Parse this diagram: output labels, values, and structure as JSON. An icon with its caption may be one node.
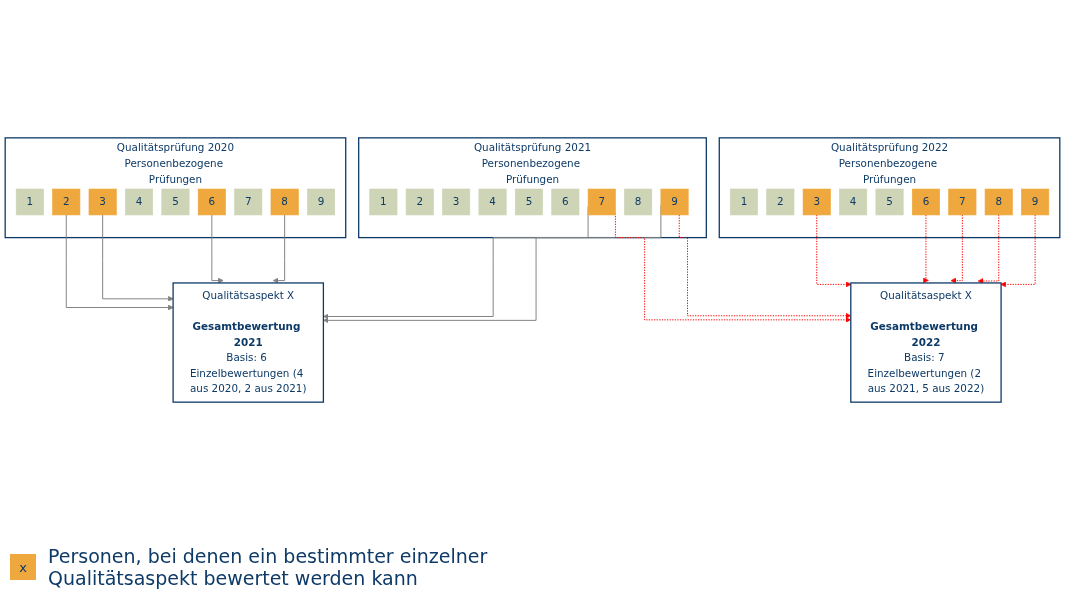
{
  "diagram": {
    "nodes": [
      {
        "text": [
          "Qualitätsprüfung 2020",
          "Personenbezogene Prüfungen"
        ]
      },
      {
        "text": [
          "1"
        ],
        "in": 0
      },
      {
        "text": [
          "2"
        ],
        "in": 0
      },
      {
        "text": [
          "3"
        ],
        "in": 0
      },
      {
        "text": [
          "4"
        ],
        "in": 0
      },
      {
        "text": [
          "5"
        ],
        "in": 0
      },
      {
        "text": [
          "6"
        ],
        "in": 0
      },
      {
        "text": [
          "7"
        ],
        "in": 0
      },
      {
        "text": [
          "8"
        ],
        "in": 0
      },
      {
        "text": [
          "9"
        ],
        "in": 0
      },
      {
        "text": [
          "Qualitätsprüfung 2021",
          "Personenbezogene Prüfungen"
        ]
      },
      {
        "text": [
          "1"
        ],
        "in": 10
      },
      {
        "text": [
          "2"
        ],
        "in": 10
      },
      {
        "text": [
          "3"
        ],
        "in": 10
      },
      {
        "text": [
          "4"
        ],
        "in": 10
      },
      {
        "text": [
          "5"
        ],
        "in": 10
      },
      {
        "text": [
          "6"
        ],
        "in": 10
      },
      {
        "text": [
          "7"
        ],
        "in": 10
      },
      {
        "text": [
          "8"
        ],
        "in": 10
      },
      {
        "text": [
          "9"
        ],
        "in": 10
      },
      {
        "text": [
          "Qualitätsprüfung 2022",
          "Personenbezogene Prüfungen"
        ]
      },
      {
        "text": [
          "1"
        ],
        "in": 20
      },
      {
        "text": [
          "2"
        ],
        "in": 20
      },
      {
        "text": [
          "3"
        ],
        "in": 20
      },
      {
        "text": [
          "4"
        ],
        "in": 20
      },
      {
        "text": [
          "5"
        ],
        "in": 20
      },
      {
        "text": [
          "6"
        ],
        "in": 20
      },
      {
        "text": [
          "7"
        ],
        "in": 20
      },
      {
        "text": [
          "8"
        ],
        "in": 20
      },
      {
        "text": [
          "9"
        ],
        "in": 20
      },
      {
        "text": [
          "Qualitätsaspekt X",
          "Gesamtbewertung 2021",
          "Basis: 6 Einzelbewertungen (4 aus 2020, 2 aus 2021)"
        ]
      },
      {
        "text": [
          "Qualitätsaspekt X",
          "Gesamtbewertung 2022",
          "Basis: 7 Einzelbewertungen (2 aus 2021, 5 aus 2022)"
        ]
      }
    ],
    "edges": [
      {
        "from": 2,
        "to": 30,
        "arrow": "to",
        "color": "#808080"
      },
      {
        "from": 3,
        "to": 30,
        "arrow": "to",
        "color": "#808080"
      },
      {
        "from": 6,
        "to": 30,
        "arrow": "to",
        "color": "#808080"
      },
      {
        "from": 8,
        "to": 30,
        "arrow": "to",
        "color": "#808080"
      },
      {
        "from": 17,
        "to": 30,
        "arrow": "to",
        "color": "#808080"
      },
      {
        "from": 19,
        "to": 30,
        "arrow": "to",
        "color": "#808080"
      },
      {
        "from": 17,
        "to": 31,
        "arrow": "to",
        "style": "dashed",
        "color": "#ff0000"
      },
      {
        "from": 19,
        "to": 31,
        "arrow": "to",
        "style": "dashed",
        "color": "#ff0000"
      },
      {
        "from": 23,
        "to": 31,
        "arrow": "to",
        "style": "dashed",
        "color": "#ff0000"
      },
      {
        "from": 26,
        "to": 31,
        "arrow": "to",
        "style": "dashed",
        "color": "#ff0000"
      },
      {
        "from": 27,
        "to": 31,
        "arrow": "to",
        "style": "dashed",
        "color": "#ff0000"
      },
      {
        "from": 28,
        "to": 31,
        "arrow": "to",
        "style": "dashed",
        "color": "#ff0000"
      },
      {
        "from": 29,
        "to": 31,
        "arrow": "to",
        "style": "dashed",
        "color": "#ff0000"
      }
    ],
    "labels": [
      "x"
    ],
    "legend": [
      {
        "text": "Personen, bei denen ein bestimmter einzelner Qualitätsaspekt bewertet werden kann",
        "color": "#eea83e"
      }
    ]
  }
}
